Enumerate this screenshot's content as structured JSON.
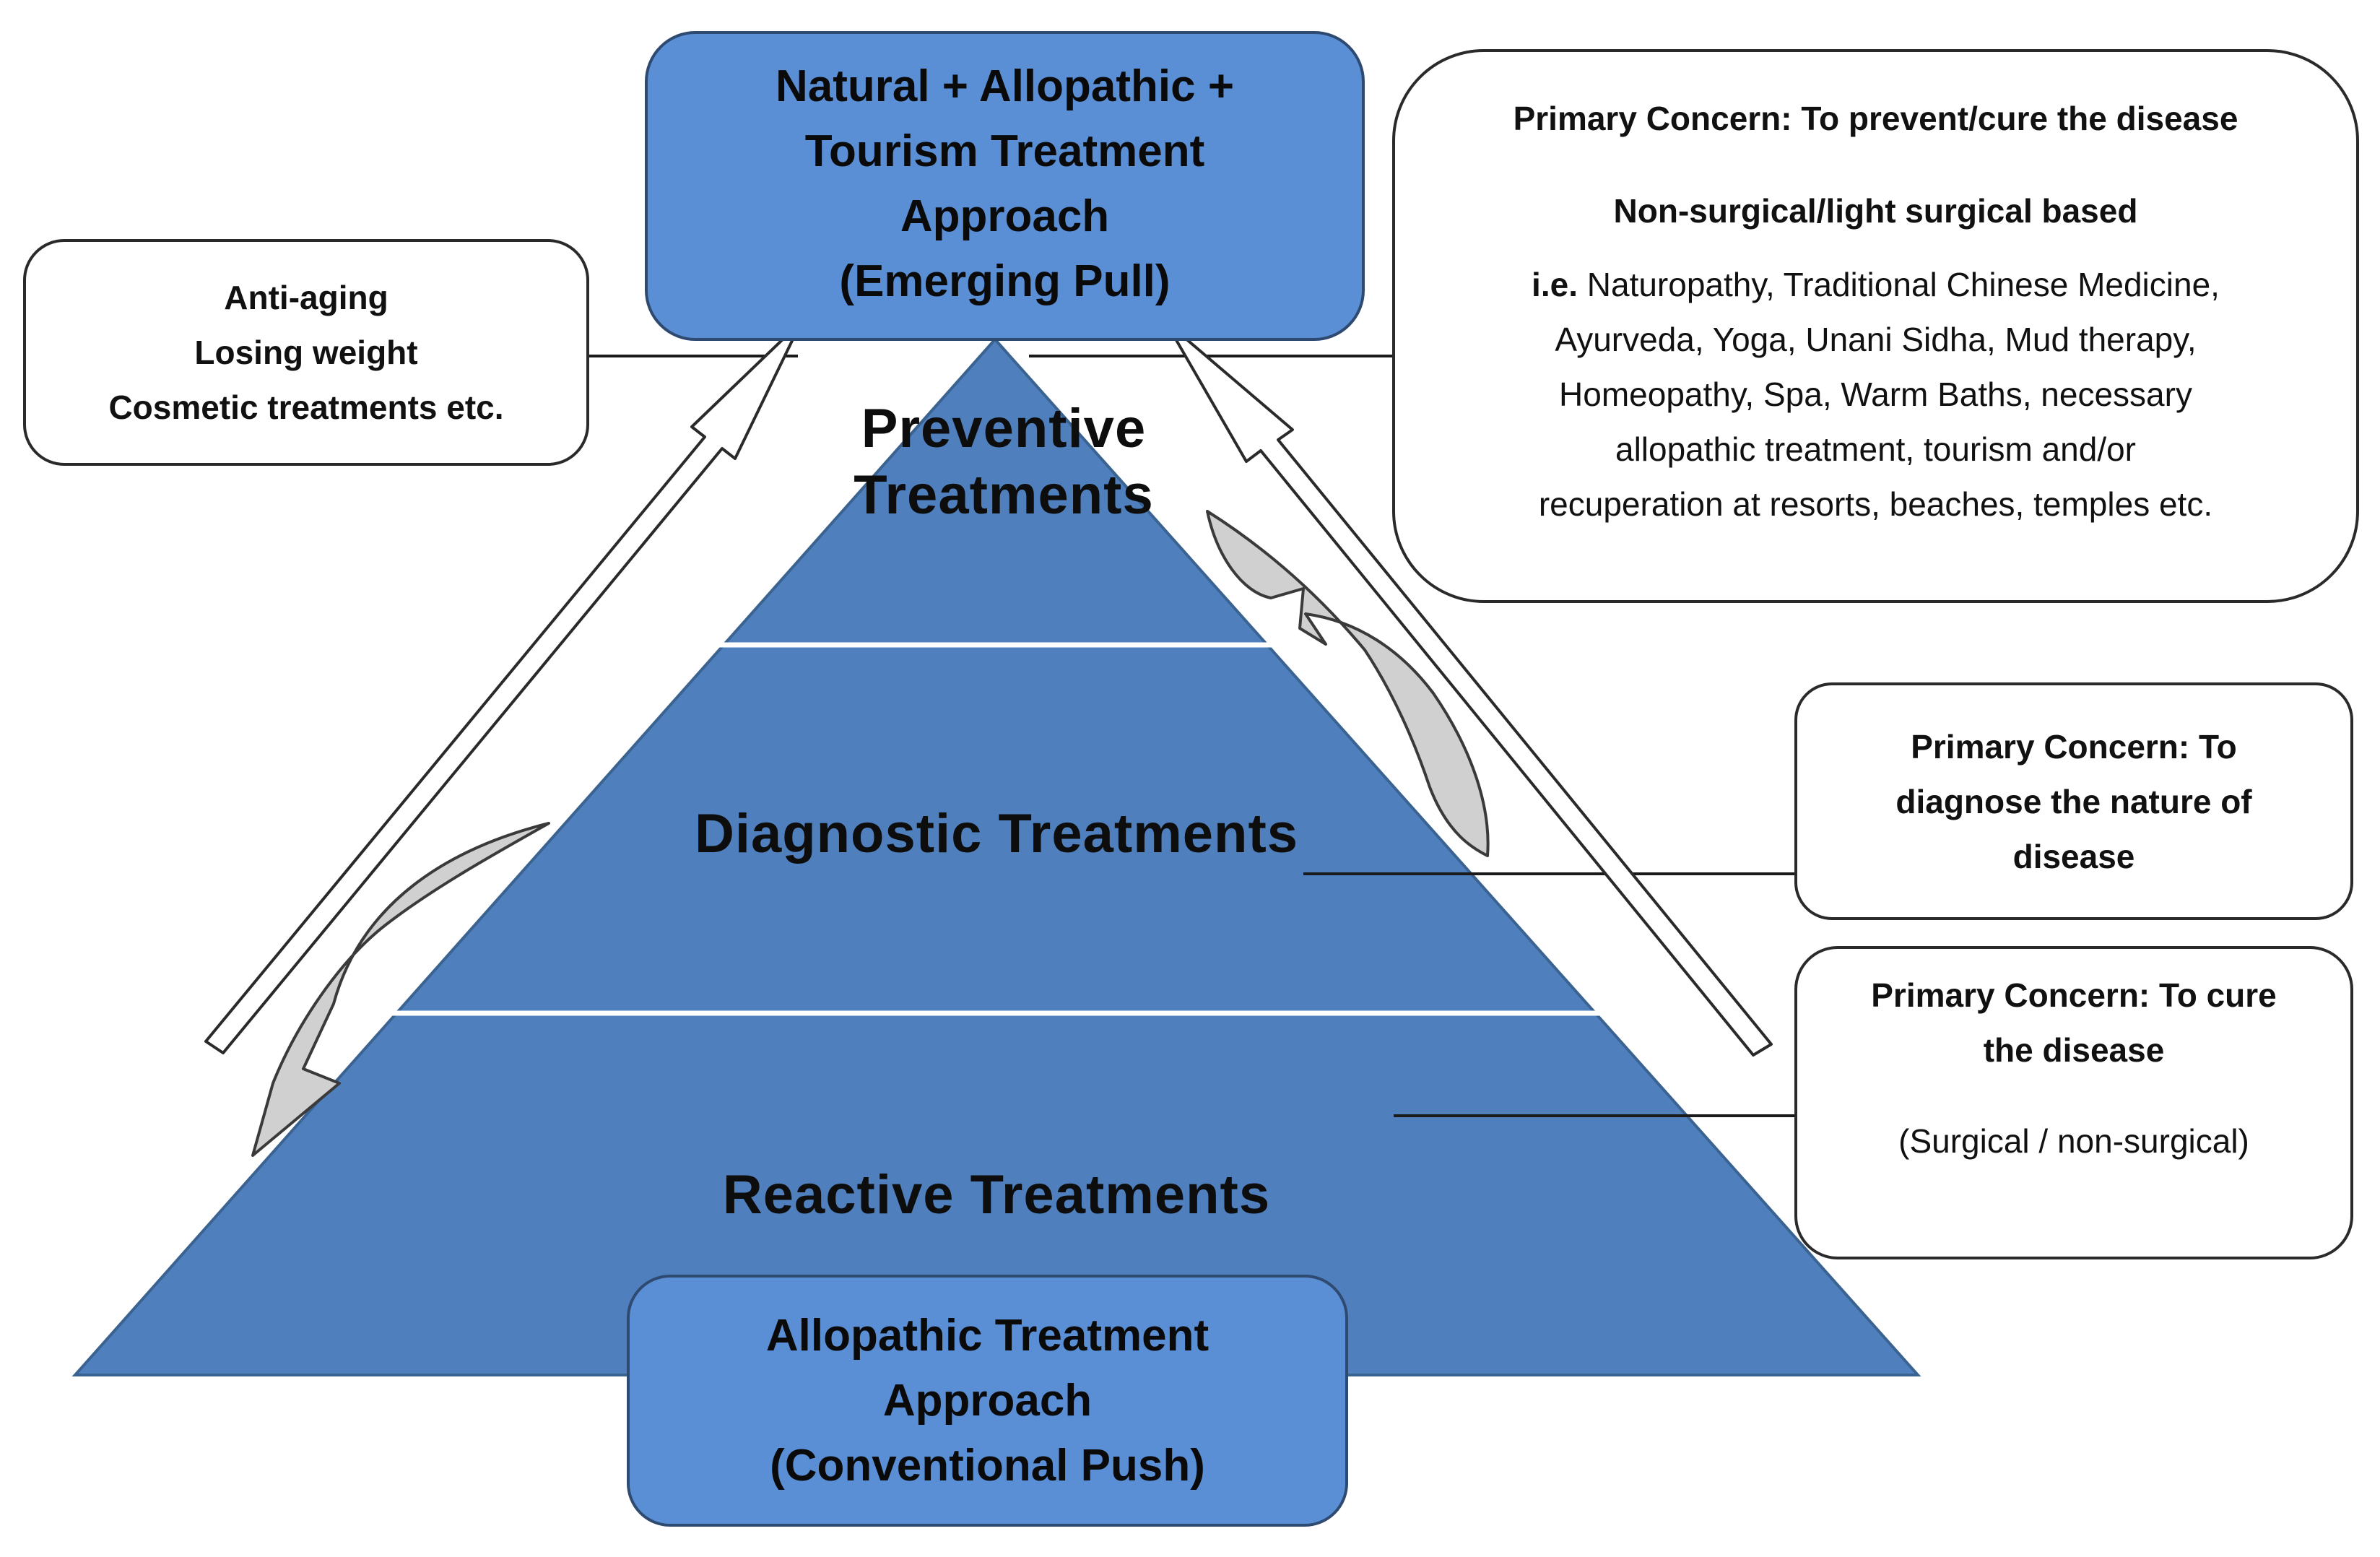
{
  "tiers": {
    "preventive": [
      "Preventive",
      "Treatments"
    ],
    "diagnostic": "Diagnostic Treatments",
    "reactive": "Reactive Treatments"
  },
  "top_box": {
    "lines": [
      "Natural + Allopathic +",
      "Tourism Treatment",
      "Approach",
      "(Emerging Pull)"
    ]
  },
  "bottom_box": {
    "lines": [
      "Allopathic Treatment",
      "Approach",
      "(Conventional Push)"
    ]
  },
  "left_box": {
    "lines": [
      "Anti-aging",
      "Losing weight",
      "Cosmetic treatments etc."
    ]
  },
  "preventive_box": {
    "concern": "Primary Concern: To prevent/cure the disease",
    "basis": "Non-surgical/light surgical based",
    "examples_prefix": "i.e.",
    "examples": [
      "Naturopathy, Traditional Chinese Medicine,",
      "Ayurveda, Yoga, Unani Sidha, Mud therapy,",
      "Homeopathy, Spa, Warm Baths, necessary",
      "allopathic treatment, tourism and/or",
      "recuperation at resorts, beaches, temples etc."
    ]
  },
  "diagnostic_box": {
    "lines": [
      "Primary Concern: To",
      "diagnose the nature of",
      "disease"
    ]
  },
  "reactive_box": {
    "lines": [
      "Primary Concern: To cure",
      "the disease"
    ],
    "note": "(Surgical / non-surgical)"
  },
  "colors": {
    "pyramid_fill": "#4f80bd",
    "pyramid_edge": "#3b6391",
    "box_fill": "#5a8fd6",
    "box_border": "#2f4a70",
    "arrow_fill": "#d0d0d0",
    "tier_divider": "#ffffff"
  }
}
